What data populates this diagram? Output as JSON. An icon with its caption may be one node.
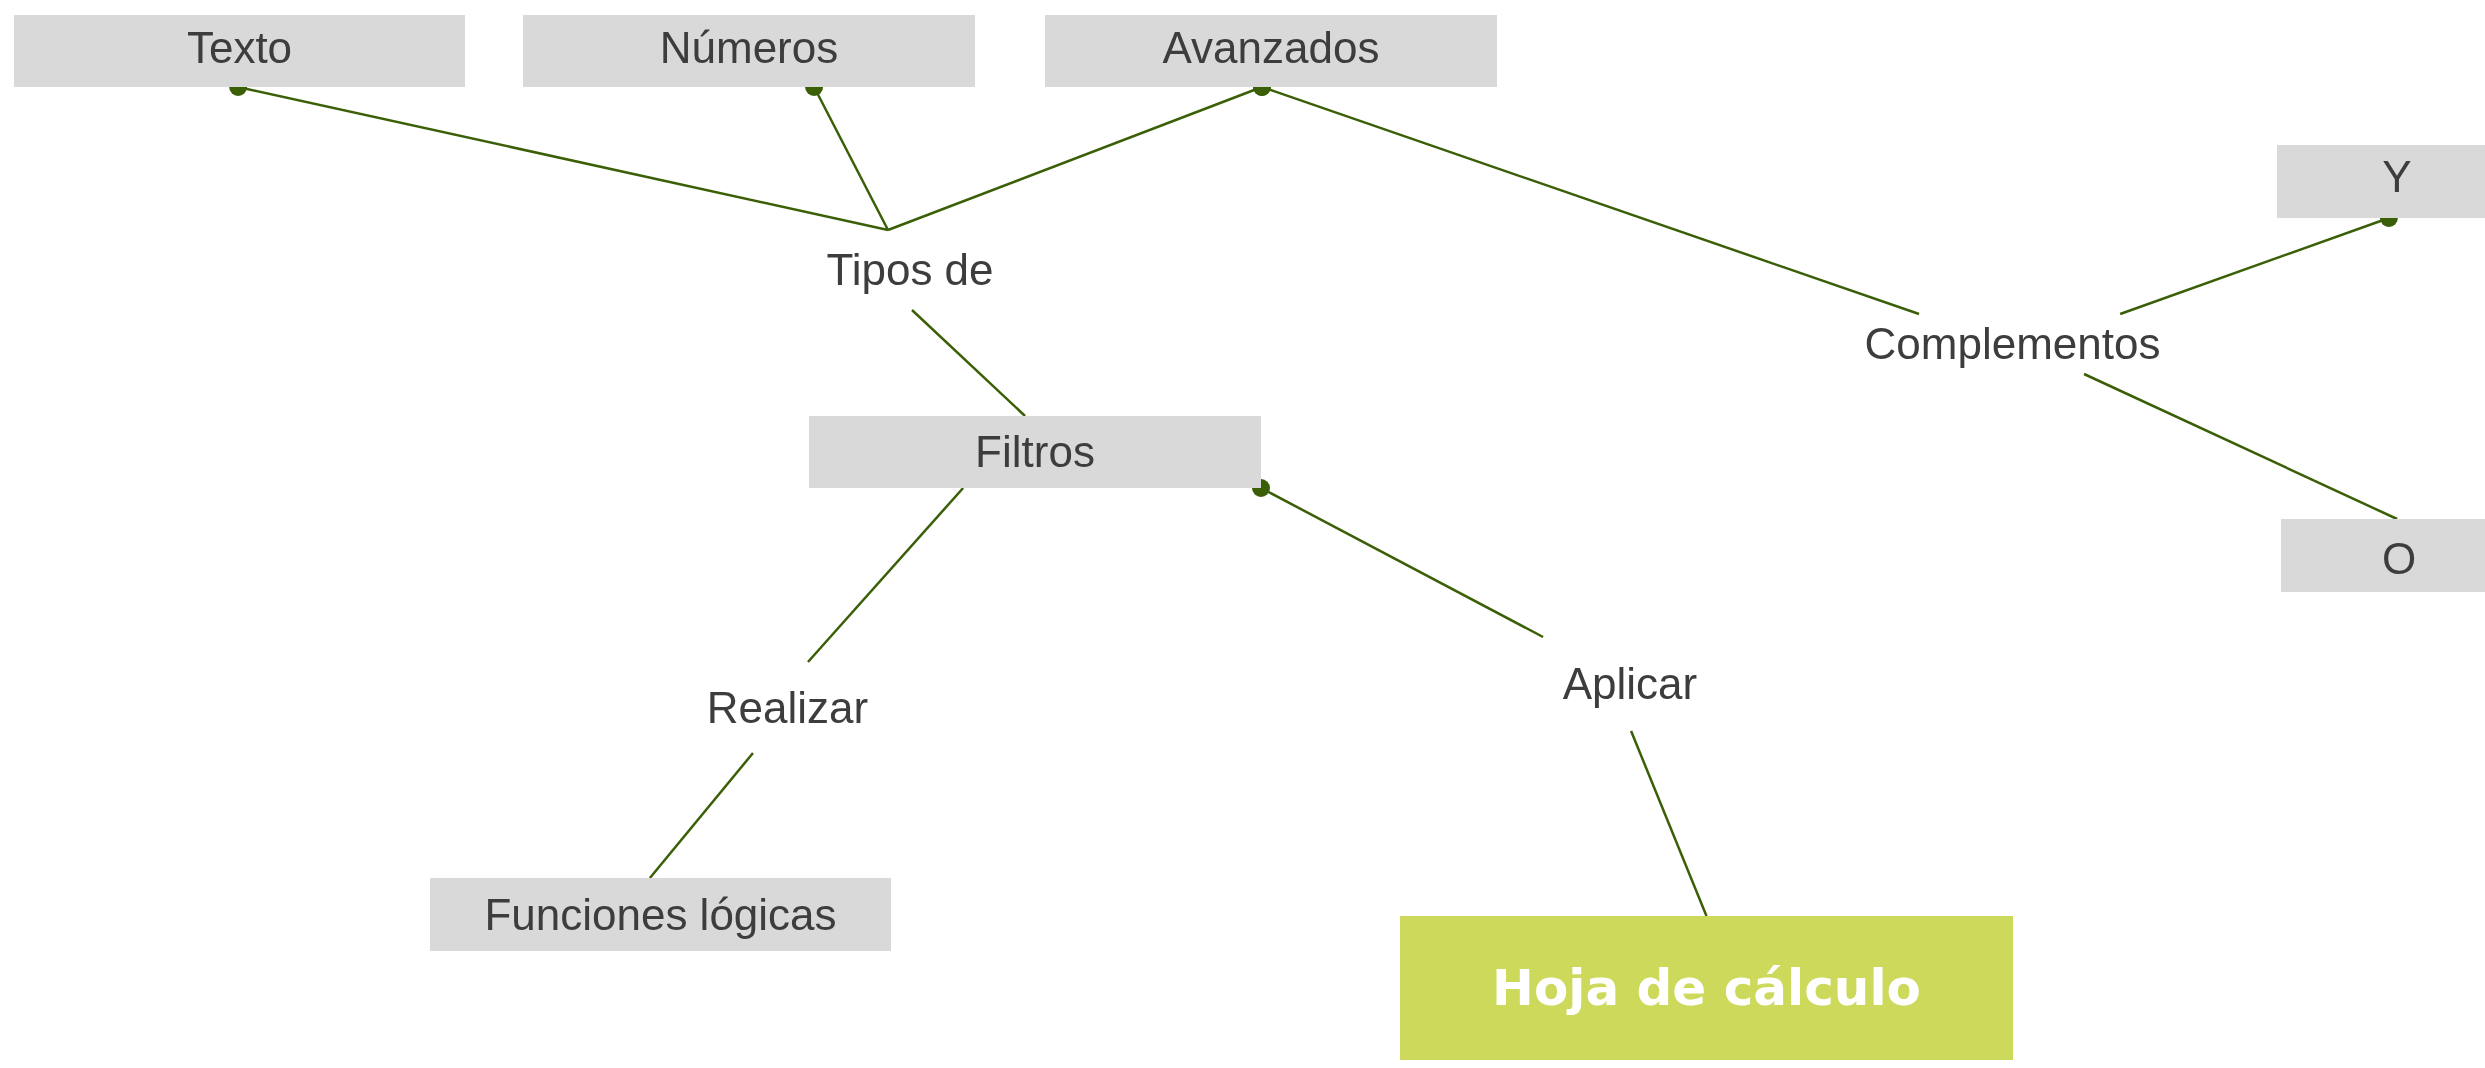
{
  "diagram": {
    "nodes": [
      {
        "text": [
          "Texto"
        ]
      },
      {
        "text": [
          "Números"
        ]
      },
      {
        "text": [
          "Avanzados"
        ]
      },
      {
        "text": [
          "Y"
        ]
      },
      {
        "text": [
          "Tipos de"
        ]
      },
      {
        "text": [
          "Complementos"
        ]
      },
      {
        "text": [
          "Filtros"
        ]
      },
      {
        "text": [
          "O"
        ]
      },
      {
        "text": [
          "Realizar"
        ]
      },
      {
        "text": [
          "Aplicar"
        ]
      },
      {
        "text": [
          "Funciones lógicas"
        ]
      },
      {
        "text": [
          "Hoja de cálculo"
        ]
      }
    ],
    "edges": [
      {
        "from": 4,
        "to": 0,
        "arrow": "other"
      },
      {
        "from": 4,
        "to": 1,
        "arrow": "other"
      },
      {
        "from": 4,
        "to": 2,
        "arrow": "other"
      },
      {
        "from": 5,
        "to": 2,
        "arrow": "other"
      },
      {
        "from": 5,
        "to": 3,
        "arrow": "other"
      },
      {
        "from": 5,
        "to": 7,
        "arrow": "none"
      },
      {
        "from": 4,
        "to": 6,
        "arrow": "none"
      },
      {
        "from": 6,
        "to": 8,
        "arrow": "none"
      },
      {
        "from": 9,
        "to": 6,
        "arrow": "other"
      },
      {
        "from": 8,
        "to": 10,
        "arrow": "none"
      },
      {
        "from": 9,
        "to": 11,
        "arrow": "none"
      }
    ]
  }
}
